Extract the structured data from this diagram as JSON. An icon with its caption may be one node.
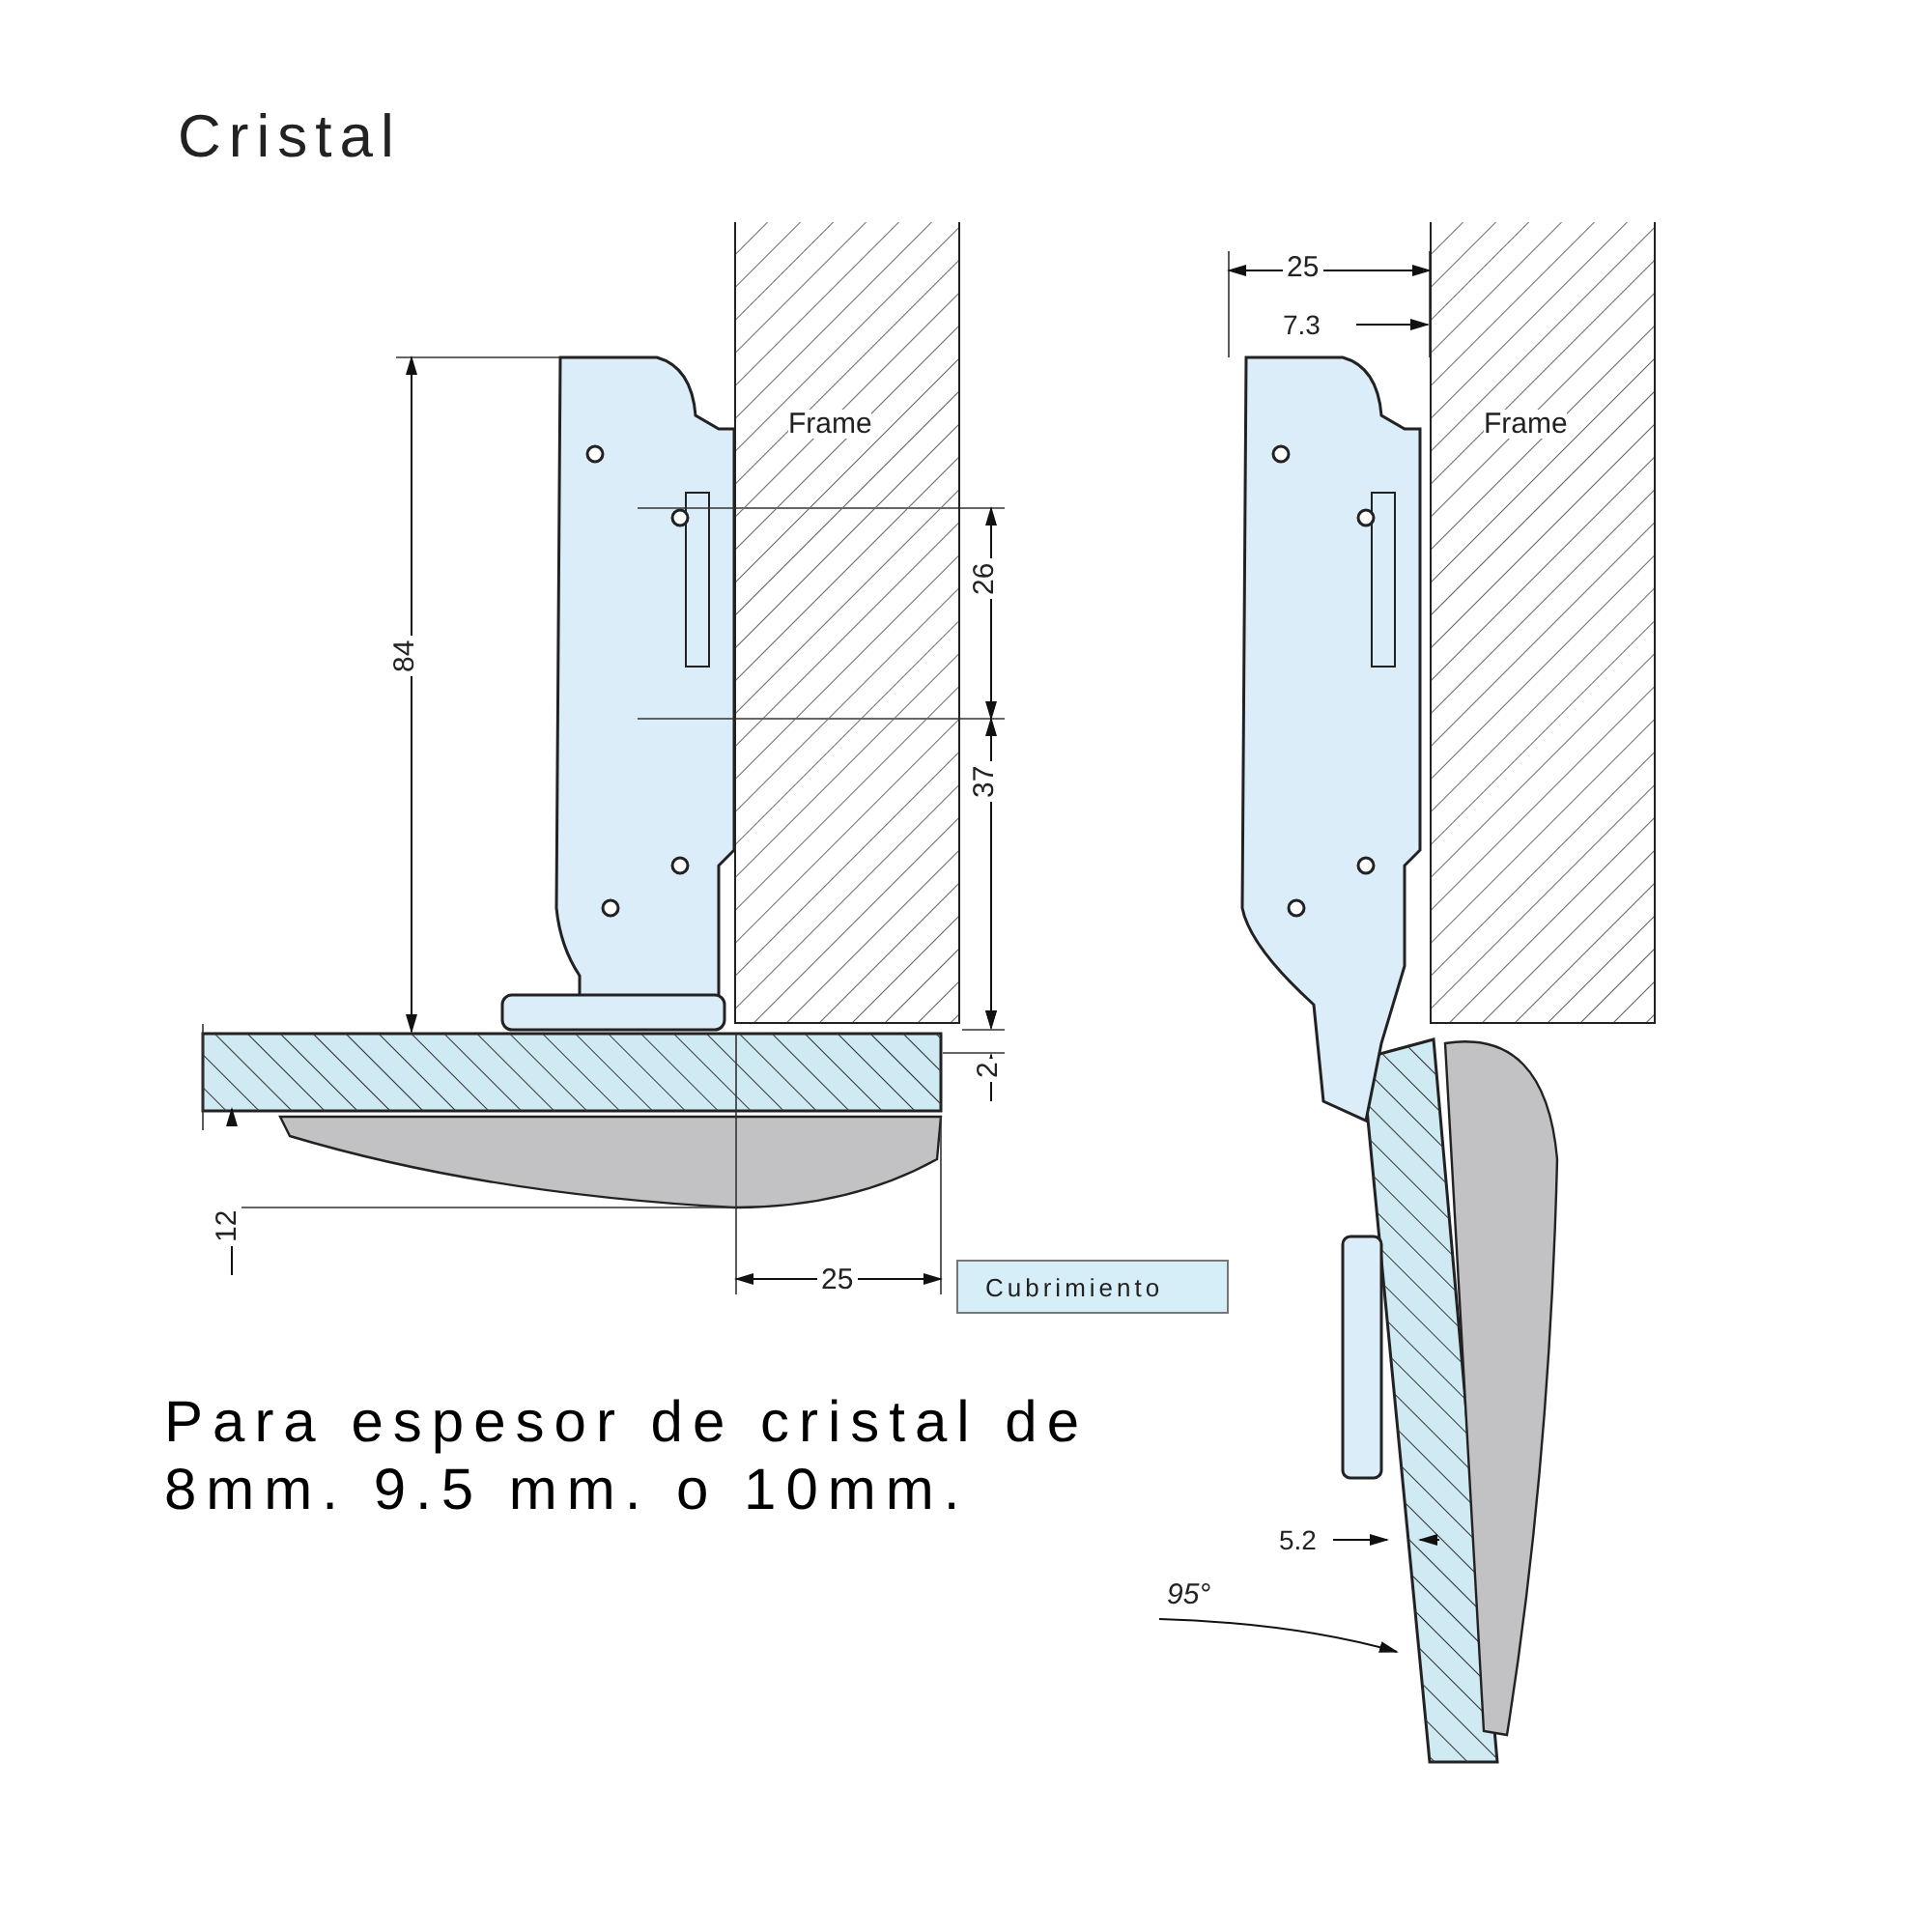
{
  "diagram": {
    "title": "Cristal",
    "nodes": [
      {
        "text": [
          "Frame"
        ]
      },
      {
        "text": [
          "Frame"
        ]
      },
      {
        "text": [
          "Cubrimiento"
        ]
      }
    ],
    "labels": [
      "25",
      "7.3",
      "84",
      "26",
      "37",
      "2",
      "12",
      "25",
      "Para espesor de cristal de 8mm. 9.5 mm. o 10mm.",
      "5.2",
      "95°"
    ]
  }
}
